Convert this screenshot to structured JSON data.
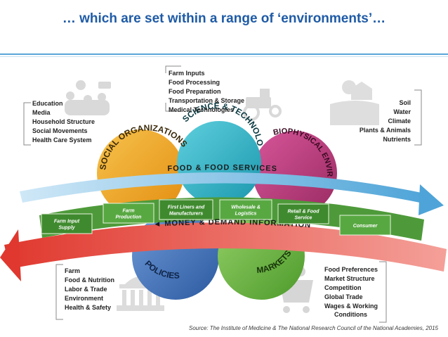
{
  "title": "… which are set within a range of ‘environments’…",
  "source": "Source: The Institute of Medicine & The National Research Council  of the National Academies, 2015",
  "lists": {
    "science": [
      "Farm Inputs",
      "Food Processing",
      "Food Preparation",
      "Transportation & Storage",
      "Medical Technologies"
    ],
    "social": [
      "Education",
      "Media",
      "Household Structure",
      "Social Movements",
      "Health Care System"
    ],
    "biophysical": [
      "Soil",
      "Water",
      "Climate",
      "Plants & Animals",
      "Nutrients"
    ],
    "policies": [
      "Farm",
      "Food & Nutrition",
      "Labor & Trade",
      "Environment",
      "Health & Safety"
    ],
    "markets": [
      "Food Preferences",
      "Market Structure",
      "Competition",
      "Global Trade",
      "Wages & Working",
      "Conditions"
    ]
  },
  "circles": {
    "social": "SOCIAL ORGANIZATIONS",
    "science": "SCIENCE & TECHNOLOGY",
    "biophysical": "BIOPHYSICAL ENVIRONMENT",
    "policies": "POLICIES",
    "markets": "MARKETS"
  },
  "arcs": {
    "top": "FOOD & FOOD SERVICES",
    "bottom": "◄ MONEY & DEMAND INFORMATION"
  },
  "stages": [
    [
      "Farm Input",
      "Supply"
    ],
    [
      "Farm",
      "Production"
    ],
    [
      "First Liners and",
      "Manufacturers"
    ],
    [
      "Wholesale &",
      "Logistics"
    ],
    [
      "Retail & Food",
      "Service"
    ],
    [
      "Consumer"
    ]
  ],
  "colors": {
    "title": "#1f5ba6",
    "social": "#f0a21e",
    "science": "#27b3c7",
    "biophysical": "#b83a78",
    "policies": "#3b6fb5",
    "markets": "#6ab240",
    "top_arc": "#5fb0de",
    "green_band": "#4e9a3a",
    "red_arc": "#e2453a"
  }
}
